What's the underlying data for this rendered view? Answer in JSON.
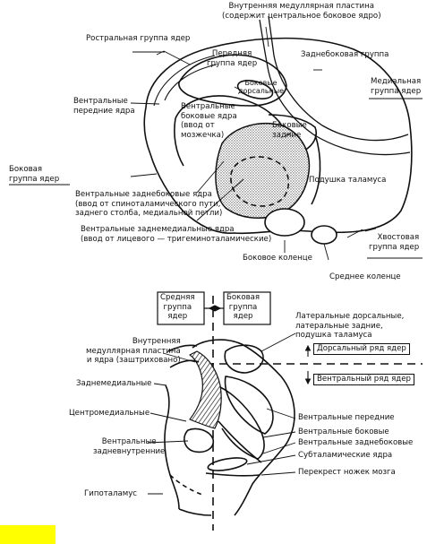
{
  "top_diagram": {
    "labels": {
      "internal_lamina": "Внутренняя медуллярная пластина\n(содержит центральное боковое ядро)",
      "rostral_group": "Ростральная группа ядер",
      "anterior_group": "Передняя\nгруппа ядер",
      "lateral_posterior_group": "Заднебоковая группа",
      "medial_group": "Медиальная\nгруппа ядер",
      "ventral_anterior": "Вентральные\nпередние ядра",
      "lateral_dorsal": "Боковые\nдорсальные",
      "ventral_lateral": "Вентральные\nбоковые ядра\n(ввод от\nмозжечка)",
      "lateral_posterior": "Боковые\nзадние",
      "lateral_group": "Боковая\nгруппа ядер",
      "ventral_posterolateral": "Вентральные заднебоковые ядра\n(ввод от спиноталамического пути,\nзаднего столба, медиальной петли)",
      "pulvinar": "Подушка таламуса",
      "ventral_posteromedial": "Вентральные заднемедиальные ядра\n(ввод от лицевого — тригеминоталамические)",
      "caudal_group": "Хвостовая\nгруппа ядер",
      "lateral_geniculate": "Боковое коленце",
      "medial_geniculate": "Среднее коленце"
    }
  },
  "bottom_diagram": {
    "labels": {
      "middle_group": "Средняя\nгруппа\nядер",
      "lateral_group": "Боковая\nгруппа\nядер",
      "internal_lamina": "Внутренняя\nмедуллярная пластина\nи ядра (заштриховано)",
      "lateral_dorsal_etc": "Латеральные дорсальные,\nлатеральные задние,\nподушка таламуса",
      "dorsal_row": "Дорсальный ряд ядер",
      "ventral_row": "Вентральный ряд ядер",
      "dorsomedial": "Заднемедиальные",
      "centromedian": "Центромедиальные",
      "ventral_anterior": "Вентральные передние",
      "ventral_lateral": "Вентральные боковые",
      "ventral_posterolateral": "Вентральные заднебоковые",
      "ventral_posteromedial": "Вентральные\nзадневнутренние",
      "subthalamic": "Субталамические ядра",
      "peduncle_decussation": "Перекрест ножек мозга",
      "hypothalamus": "Гипоталамус"
    }
  },
  "colors": {
    "ink": "#111111",
    "stipple": "#7a7a7a",
    "marker": "#ffff00"
  }
}
